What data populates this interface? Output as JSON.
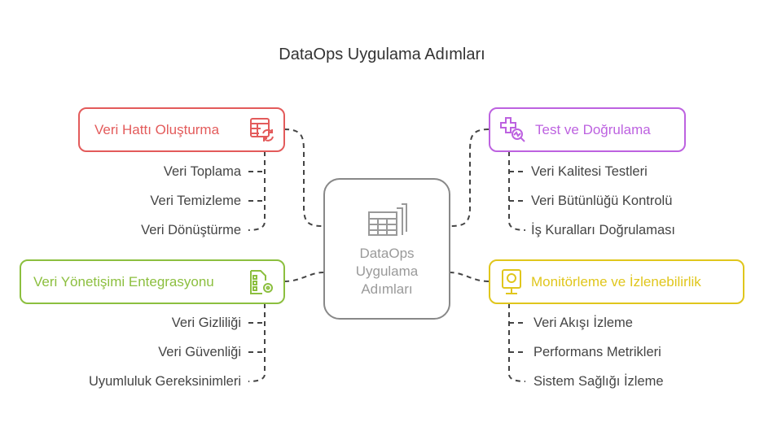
{
  "title": "DataOps Uygulama Adımları",
  "center": {
    "lines": [
      "DataOps",
      "Uygulama",
      "Adımları"
    ],
    "icon": "stacked-table-icon"
  },
  "branches": [
    {
      "label": "Veri Hattı Oluşturma",
      "color": "#e35b5b",
      "icon": "table-refresh-icon",
      "items": [
        "Veri Toplama",
        "Veri Temizleme",
        "Veri Dönüştürme"
      ]
    },
    {
      "label": "Veri Yönetişimi Entegrasyonu",
      "color": "#8cbf3f",
      "icon": "checklist-gear-icon",
      "items": [
        "Veri Gizliliği",
        "Veri Güvenliği",
        "Uyumluluk Gereksinimleri"
      ]
    },
    {
      "label": "Test ve Doğrulama",
      "color": "#bd62e0",
      "icon": "puzzle-magnifier-icon",
      "items": [
        "Veri Kalitesi Testleri",
        "Veri Bütünlüğü Kontrolü",
        "İş Kuralları Doğrulaması"
      ]
    },
    {
      "label": "Monitörleme ve İzlenebilirlik",
      "color": "#e0c61c",
      "icon": "webcam-monitor-icon",
      "items": [
        "Veri Akışı İzleme",
        "Performans Metrikleri",
        "Sistem Sağlığı İzleme"
      ]
    }
  ]
}
